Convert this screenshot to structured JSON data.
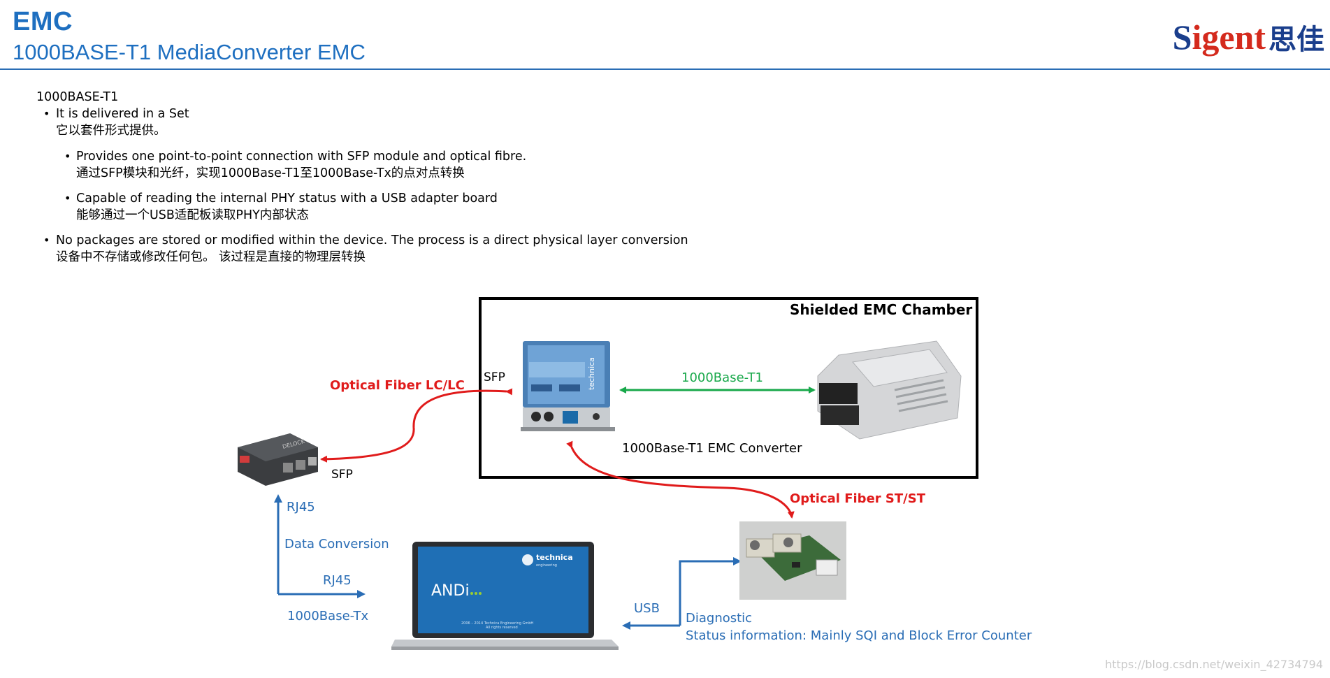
{
  "header": {
    "title": "EMC",
    "subtitle": "1000BASE-T1 MediaConverter EMC",
    "logo_latin": "Sigent",
    "logo_cn": "思佳"
  },
  "content": {
    "heading": "1000BASE-T1",
    "b1_en": "It is delivered in a Set",
    "b1_cn": "它以套件形式提供。",
    "s1_en": "Provides one point-to-point connection with SFP module and optical fibre.",
    "s1_cn": "通过SFP模块和光纤，实现1000Base-T1至1000Base-Tx的点对点转换",
    "s2_en": "Capable of reading the internal PHY status  with a USB adapter board",
    "s2_cn": "能够通过一个USB适配板读取PHY内部状态",
    "b2_en": "No packages are stored or modified within the device. The process is a direct physical layer conversion",
    "b2_cn": "设备中不存储或修改任何包。 该过程是直接的物理层转换",
    "bullet_glyph": "•"
  },
  "diagram": {
    "chamber_label": "Shielded EMC Chamber",
    "link_t1": "1000Base-T1",
    "converter_label": "1000Base-T1 EMC Converter",
    "sfp_top": "SFP",
    "sfp_left": "SFP",
    "fiber_lc": "Optical Fiber LC/LC",
    "fiber_st": "Optical Fiber ST/ST",
    "rj45_top": "RJ45",
    "data_conversion": "Data Conversion",
    "rj45_bottom": "RJ45",
    "tx_label": "1000Base-Tx",
    "usb_label": "USB",
    "diagnostic": "Diagnostic",
    "status_info": "Status information: Mainly SQI and Block Error Counter",
    "laptop_app": "ANDi",
    "laptop_brand": "technica",
    "laptop_brand_sub": "engineering",
    "laptop_footer": "2006 – 2014 Technica Engineering GmbH",
    "laptop_footer2": "All rights reserved",
    "converter_brand": "technica",
    "small_conv_brand": "DELOCK",
    "colors": {
      "blue": "#2a6db5",
      "red": "#e01b1b",
      "green": "#18a84a"
    }
  },
  "watermark": "https://blog.csdn.net/weixin_42734794"
}
